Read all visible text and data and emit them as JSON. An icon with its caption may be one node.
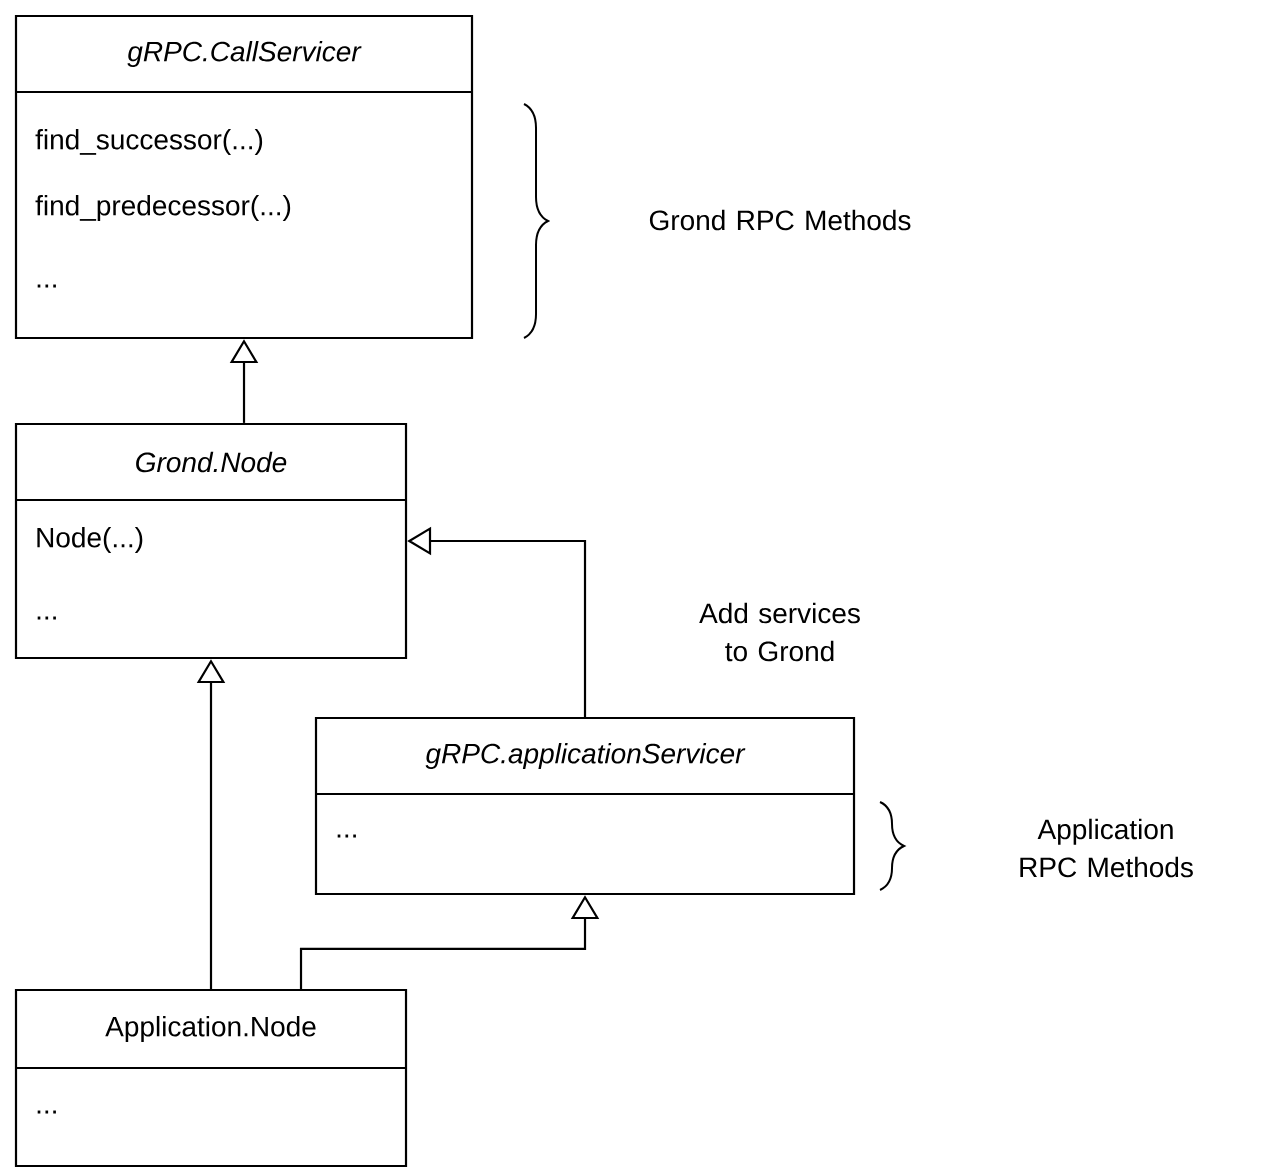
{
  "diagram": {
    "nodes": [
      {
        "text": [
          "gRPC.CallServicer",
          "find_successor(...)",
          "find_predecessor(...)",
          "..."
        ]
      },
      {
        "text": [
          "Grond.Node",
          "Node(...)",
          "..."
        ]
      },
      {
        "text": [
          "gRPC.applicationServicer",
          "..."
        ]
      },
      {
        "text": [
          "Application.Node",
          "..."
        ]
      }
    ],
    "edges": [
      {
        "from": 1,
        "to": 0,
        "arrow": "to"
      },
      {
        "from": 3,
        "to": 1,
        "arrow": "to"
      },
      {
        "from": 2,
        "to": 1,
        "arrow": "to",
        "label": "Add services to Grond"
      },
      {
        "from": 3,
        "to": 2,
        "arrow": "to"
      }
    ],
    "labels": [
      "Grond RPC Methods",
      "Application RPC Methods"
    ]
  }
}
